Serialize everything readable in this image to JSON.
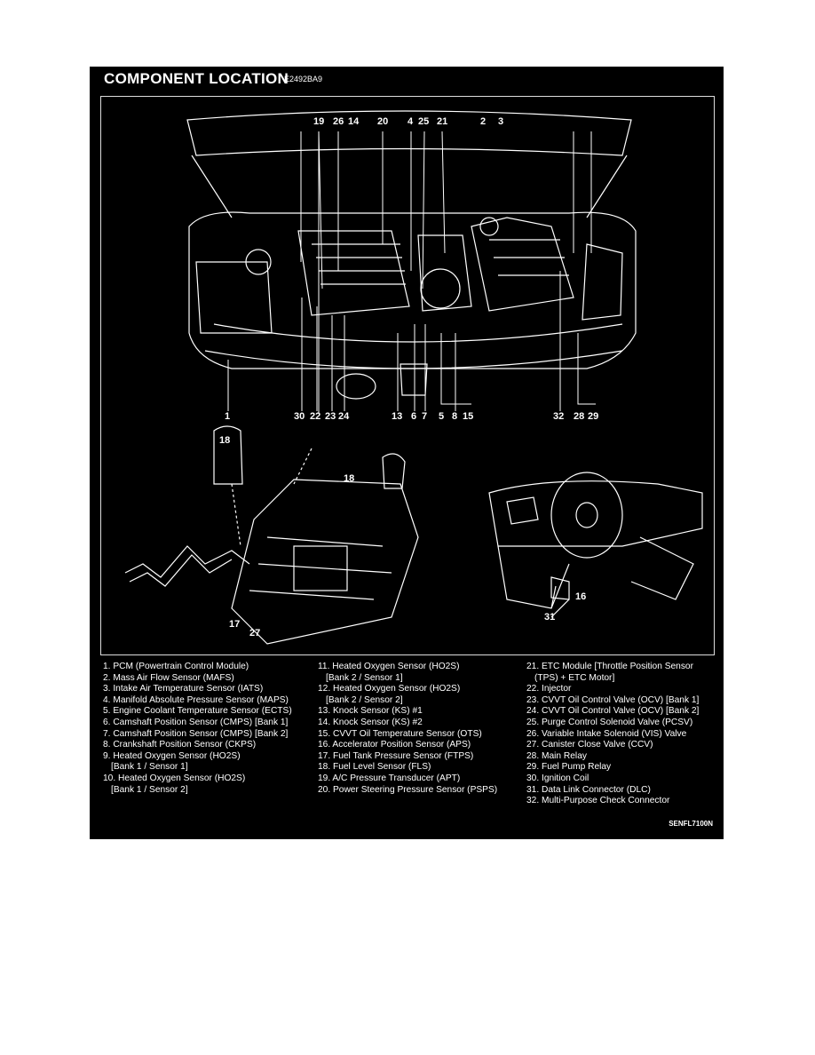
{
  "header": {
    "title": "COMPONENT LOCATION",
    "code": "E2492BA9"
  },
  "callouts": {
    "engine_top": [
      "19",
      "26",
      "14",
      "20",
      "4",
      "25",
      "21",
      "2",
      "3"
    ],
    "engine_bottom": [
      "1",
      "30",
      "22",
      "23",
      "24",
      "13",
      "6",
      "7",
      "5",
      "8",
      "15",
      "32",
      "28",
      "29"
    ],
    "fuel_tank": [
      "18",
      "18",
      "17",
      "27"
    ],
    "dashboard": [
      "16",
      "31"
    ]
  },
  "legend": {
    "col1": [
      {
        "text": "1. PCM (Powertrain Control Module)"
      },
      {
        "text": "2. Mass Air Flow Sensor (MAFS)"
      },
      {
        "text": "3. Intake Air Temperature Sensor (IATS)"
      },
      {
        "text": "4. Manifold Absolute Pressure Sensor (MAPS)"
      },
      {
        "text": "5. Engine Coolant Temperature Sensor (ECTS)"
      },
      {
        "text": "6. Camshaft Position Sensor (CMPS) [Bank 1]"
      },
      {
        "text": "7. Camshaft Position Sensor (CMPS) [Bank 2]"
      },
      {
        "text": "8. Crankshaft Position Sensor (CKPS)"
      },
      {
        "text": "9. Heated Oxygen Sensor (HO2S)",
        "cont": "[Bank 1 / Sensor 1]"
      },
      {
        "text": "10. Heated Oxygen Sensor (HO2S)",
        "cont": "[Bank 1 / Sensor 2]"
      }
    ],
    "col2": [
      {
        "text": "11. Heated Oxygen Sensor (HO2S)",
        "cont": "[Bank 2 / Sensor 1]"
      },
      {
        "text": "12. Heated Oxygen Sensor (HO2S)",
        "cont": "[Bank 2 / Sensor 2]"
      },
      {
        "text": "13. Knock Sensor (KS) #1"
      },
      {
        "text": "14. Knock Sensor (KS) #2"
      },
      {
        "text": "15. CVVT Oil Temperature Sensor (OTS)"
      },
      {
        "text": "16. Accelerator Position Sensor (APS)"
      },
      {
        "text": "17. Fuel Tank Pressure Sensor (FTPS)"
      },
      {
        "text": "18. Fuel Level Sensor (FLS)"
      },
      {
        "text": "19. A/C Pressure Transducer (APT)"
      },
      {
        "text": "20. Power Steering Pressure Sensor (PSPS)"
      }
    ],
    "col3": [
      {
        "text": "21. ETC Module [Throttle Position Sensor",
        "cont": "(TPS) + ETC Motor]"
      },
      {
        "text": "22. Injector"
      },
      {
        "text": "23. CVVT Oil Control Valve (OCV) [Bank 1]"
      },
      {
        "text": "24. CVVT Oil Control Valve (OCV) [Bank 2]"
      },
      {
        "text": "25. Purge Control Solenoid Valve (PCSV)"
      },
      {
        "text": "26. Variable Intake Solenoid (VIS) Valve"
      },
      {
        "text": "27. Canister Close Valve (CCV)"
      },
      {
        "text": "28. Main Relay"
      },
      {
        "text": "29. Fuel Pump Relay"
      },
      {
        "text": "30. Ignition Coil"
      },
      {
        "text": "31. Data Link Connector (DLC)"
      },
      {
        "text": "32. Multi-Purpose Check Connector"
      }
    ]
  },
  "figure_id": "SENFL7100N"
}
